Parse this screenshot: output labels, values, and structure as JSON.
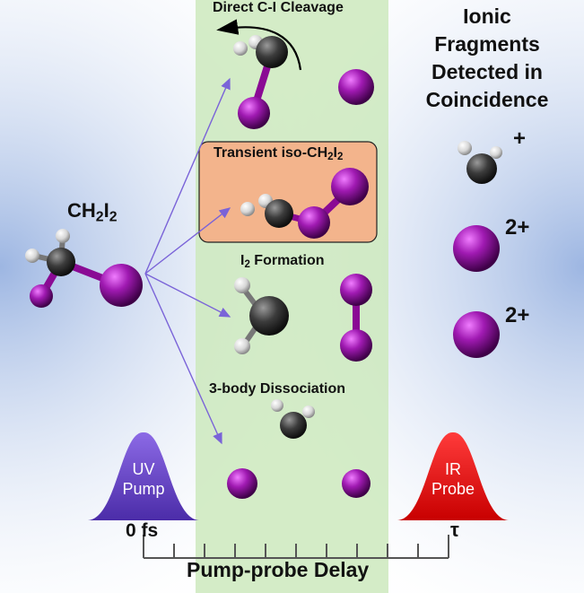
{
  "title_direct": "Direct C-I Cleavage",
  "title_transient_prefix": "Transient iso-CH",
  "title_transient_sub1": "2",
  "title_transient_mid": "I",
  "title_transient_sub2": "2",
  "title_i2_prefix": "I",
  "title_i2_sub": "2",
  "title_i2_suffix": " Formation",
  "title_3body": "3-body Dissociation",
  "ionic_title": [
    "Ionic",
    "Fragments",
    "Detected in",
    "Coincidence"
  ],
  "parent_ch": "CH",
  "parent_sub1": "2",
  "parent_i": "I",
  "parent_sub2": "2",
  "charge_plus": "+",
  "charge_2plus_a": "2+",
  "charge_2plus_b": "2+",
  "uv_line1": "UV",
  "uv_line2": "Pump",
  "ir_line1": "IR",
  "ir_line2": "Probe",
  "time_zero": "0 fs",
  "time_tau": "τ",
  "axis_label": "Pump-probe Delay",
  "colors": {
    "band": "#c9e7b8",
    "transient_box": "#f3b48c",
    "arrow": "#7a63d8",
    "iodine": "#8a0a94",
    "carbon": "#3a3a3a",
    "hydrogen": "#e8e8e8",
    "uv_pulse": "#6a48c8",
    "ir_pulse": "#e8141c"
  }
}
